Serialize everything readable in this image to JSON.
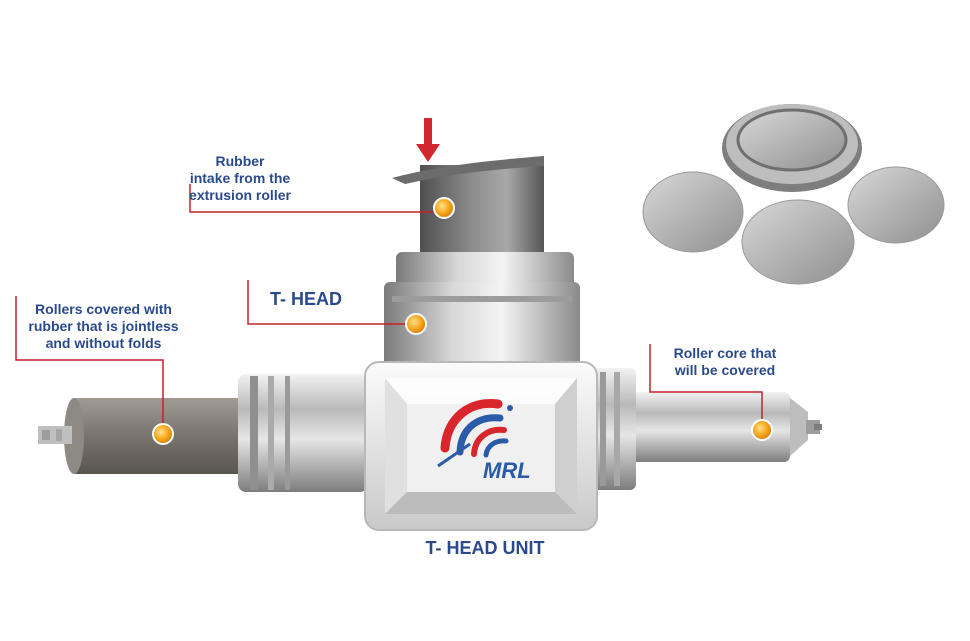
{
  "labels": {
    "intake": [
      "Rubber",
      "intake from the",
      "extrusion roller"
    ],
    "t_head": "T- HEAD",
    "rollers": [
      "Rollers covered with",
      "rubber that is jointless",
      "and without folds"
    ],
    "roller_core": [
      "Roller core that",
      "will be covered"
    ]
  },
  "caption": "T- HEAD UNIT",
  "logo": "MRL",
  "colors": {
    "label_text": "#2b4a8c",
    "leader_line": "#c8202a",
    "arrow": "#d3262e",
    "marker": "#f7a51c",
    "logo_red": "#d9262c",
    "logo_blue": "#2a5ba8"
  }
}
